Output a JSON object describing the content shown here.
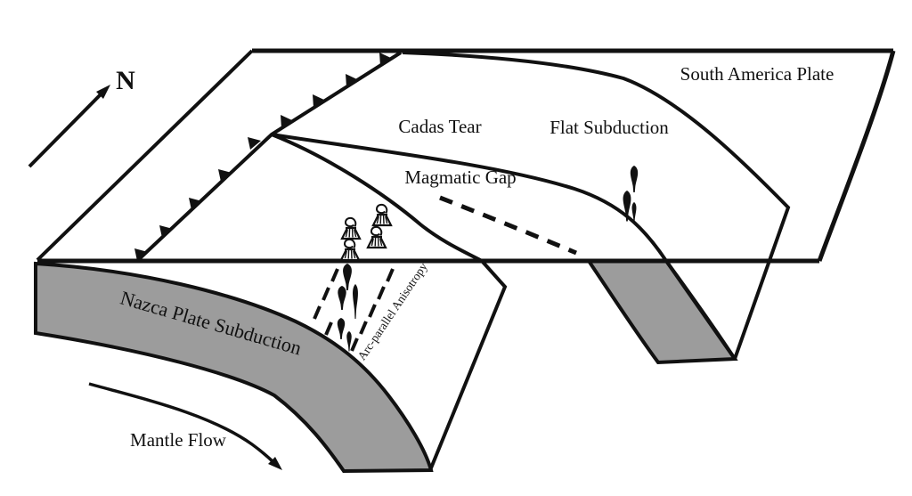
{
  "labels": {
    "north": "N",
    "south_america_plate": "South America Plate",
    "cadas_tear": "Cadas Tear",
    "flat_subduction": "Flat Subduction",
    "magmatic_gap": "Magmatic Gap",
    "nazca_plate_subduction": "Nazca Plate Subduction",
    "mantle_flow": "Mantle Flow",
    "arc_parallel_anisotropy": "Arc-parallel Anisotropy"
  },
  "colors": {
    "line": "#111111",
    "slab_fill": "#9c9c9c",
    "background": "#ffffff"
  },
  "symbols": {
    "volcano_count": 4,
    "melt_drop_count": 8,
    "trench_teeth_count": 9,
    "anisotropy_dash_count": 9
  }
}
